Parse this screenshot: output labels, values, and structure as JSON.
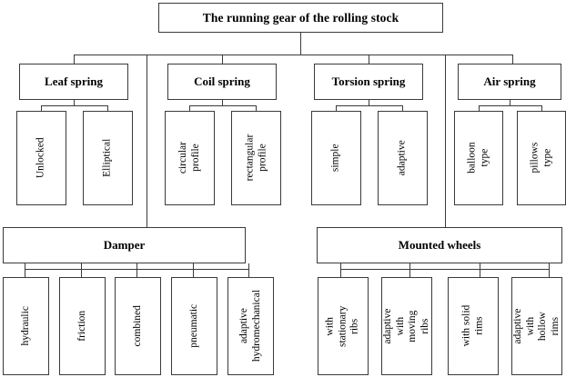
{
  "diagram": {
    "title": "The running gear of the rolling stock",
    "type": "hierarchy-tree",
    "root": {
      "label": "The running gear of the rolling stock"
    },
    "categories": [
      {
        "label": "Leaf spring",
        "children": [
          {
            "label": "Unlocked"
          },
          {
            "label": "Elliptical"
          }
        ]
      },
      {
        "label": "Coil spring",
        "children": [
          {
            "label": "circular profile"
          },
          {
            "label": "rectangular\nprofile"
          }
        ]
      },
      {
        "label": "Torsion spring",
        "children": [
          {
            "label": "simple"
          },
          {
            "label": "adaptive"
          }
        ]
      },
      {
        "label": "Air spring",
        "children": [
          {
            "label": "balloon type"
          },
          {
            "label": "pillows type"
          }
        ]
      },
      {
        "label": "Damper",
        "children": [
          {
            "label": "hydraulic"
          },
          {
            "label": "friction"
          },
          {
            "label": "combined"
          },
          {
            "label": "pneumatic"
          },
          {
            "label": "adaptive\nhydromechanical"
          }
        ]
      },
      {
        "label": "Mounted wheels",
        "children": [
          {
            "label": "with stationary\nribs"
          },
          {
            "label": "adaptive with\nmoving ribs"
          },
          {
            "label": "with solid rims"
          },
          {
            "label": "adaptive with\nhollow rims"
          }
        ]
      }
    ],
    "colors": {
      "background": "#ffffff",
      "border": "#3a3a3a",
      "text": "#000000"
    }
  }
}
